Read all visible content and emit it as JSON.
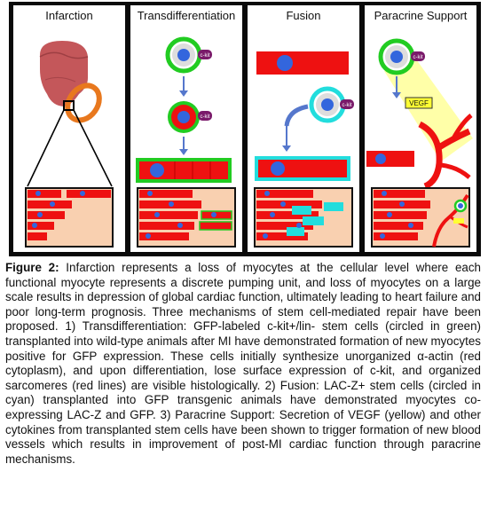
{
  "panels": [
    {
      "title": "Infarction",
      "icon": "heart-icon"
    },
    {
      "title": "Transdifferentiation",
      "icon": "stem-cell-icon"
    },
    {
      "title": "Fusion",
      "icon": "stem-cell-icon"
    },
    {
      "title": "Paracrine Support",
      "icon": "stem-cell-icon"
    }
  ],
  "labels": {
    "ckit": "c-kit",
    "vegf": "VEGF"
  },
  "colors": {
    "myocyte": "#ee1111",
    "nucleus": "#3366dd",
    "gfp": "#22cc22",
    "lacz": "#22dddd",
    "ckit_badge": "#7a1a6a",
    "vegf_glow": "#ffff99",
    "infarct_tissue": "#f9d0b0",
    "heart": "#c4575a",
    "scar": "#e8781e"
  },
  "caption": {
    "label": "Figure 2:",
    "text": " Infarction represents a loss of myocytes at the cellular level where each functional myocyte represents a discrete pumping unit, and loss of myocytes on a large scale results in depression of global cardiac function, ultimately leading to heart failure and poor long-term prognosis. Three mechanisms of stem cell-mediated repair have been proposed. 1) Transdifferentiation: GFP-labeled c-kit+/lin- stem cells (circled in green) transplanted into wild-type animals after MI have demonstrated formation of new myocytes positive for GFP expression. These cells initially synthesize unorganized α-actin (red cytoplasm), and upon differentiation, lose surface expression of c-kit, and organized sarcomeres (red lines) are visible histologically. 2) Fusion: LAC-Z+ stem cells (circled in cyan) transplanted into GFP transgenic animals have demonstrated myocytes co-expressing LAC-Z and GFP.  3) Paracrine Support: Secretion of VEGF (yellow) and other cytokines from transplanted stem cells have been shown to trigger formation of new blood vessels which results in improvement of post-MI cardiac function through paracrine mechanisms."
  }
}
